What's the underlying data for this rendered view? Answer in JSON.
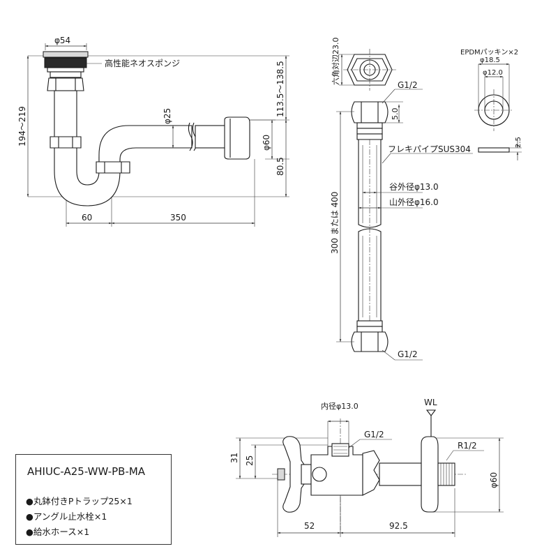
{
  "trap": {
    "dim_top_dia": "φ54",
    "label_sponge": "高性能ネオスポンジ",
    "dim_total_height": "194～219",
    "dim_pipe_dia": "φ25",
    "dim_flange_dia": "φ60",
    "dim_range": "113.5～138.5",
    "dim_805": "80.5",
    "dim_60": "60",
    "dim_350": "350"
  },
  "hose": {
    "dim_hex": "六角対辺23.0",
    "label_g12_top": "G1/2",
    "dim_50": "5.0",
    "label_flex": "フレキパイプSUS304",
    "label_valley": "谷外径φ13.0",
    "label_peak": "山外径φ16.0",
    "dim_length": "300 または 400",
    "label_g12_bottom": "G1/2"
  },
  "packing": {
    "label": "EPDMパッキン×2",
    "dim_outer": "φ18.5",
    "dim_inner": "φ12.0",
    "dim_thick": "2.5"
  },
  "valve": {
    "label_inner": "内径φ13.0",
    "label_wl": "WL",
    "label_g12": "G1/2",
    "label_r12": "R1/2",
    "dim_31": "31",
    "dim_25": "25",
    "dim_60dia": "φ60",
    "dim_52": "52",
    "dim_925": "92.5"
  },
  "info": {
    "model_code": "AHIUC-A25-WW-PB-MA",
    "items": [
      "●丸鉢付きPトラップ25×1",
      "●アングル止水栓×1",
      "●給水ホース×1"
    ]
  }
}
